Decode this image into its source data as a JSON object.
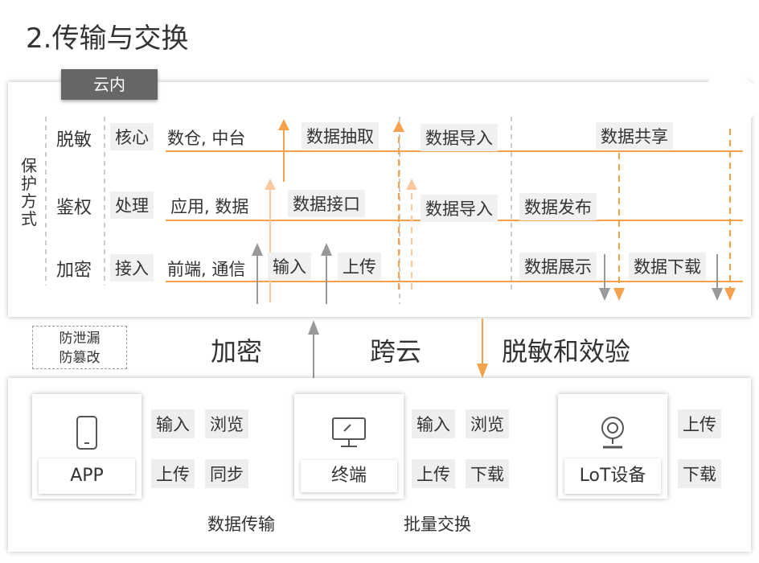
{
  "title": "2.传输与交换",
  "cloud": {
    "tab": "云内",
    "side_label": "保护方式",
    "rows": [
      {
        "name": "脱敏",
        "level": "核心",
        "scope": "数仓, 中台"
      },
      {
        "name": "鉴权",
        "level": "处理",
        "scope": "应用, 数据"
      },
      {
        "name": "加密",
        "level": "接入",
        "scope": "前端, 通信"
      }
    ],
    "flow_labels": {
      "extract": "数据抽取",
      "import1": "数据导入",
      "share": "数据共享",
      "interface": "数据接口",
      "import2": "数据导入",
      "publish": "数据发布",
      "input": "输入",
      "upload": "上传",
      "display": "数据展示",
      "download": "数据下载"
    }
  },
  "middle": {
    "leak_prevent": "防泄漏",
    "tamper_prevent": "防篡改",
    "encrypt": "加密",
    "cross_cloud": "跨云",
    "desensitize": "脱敏和效验"
  },
  "devices": [
    {
      "name": "APP",
      "icon": "phone-icon",
      "actions": [
        "输入",
        "浏览",
        "上传",
        "同步"
      ]
    },
    {
      "name": "终端",
      "icon": "monitor-icon",
      "actions": [
        "输入",
        "浏览",
        "上传",
        "下载"
      ]
    },
    {
      "name": "LoT设备",
      "icon": "webcam-icon",
      "actions": [
        "上传",
        "下载"
      ]
    }
  ],
  "legend": {
    "transfer": "数据传输",
    "batch": "批量交换"
  },
  "colors": {
    "accent": "#f5a04a",
    "light_accent": "#f8c9a0",
    "gray": "#999999",
    "label_bg": "#f0f0f0"
  }
}
